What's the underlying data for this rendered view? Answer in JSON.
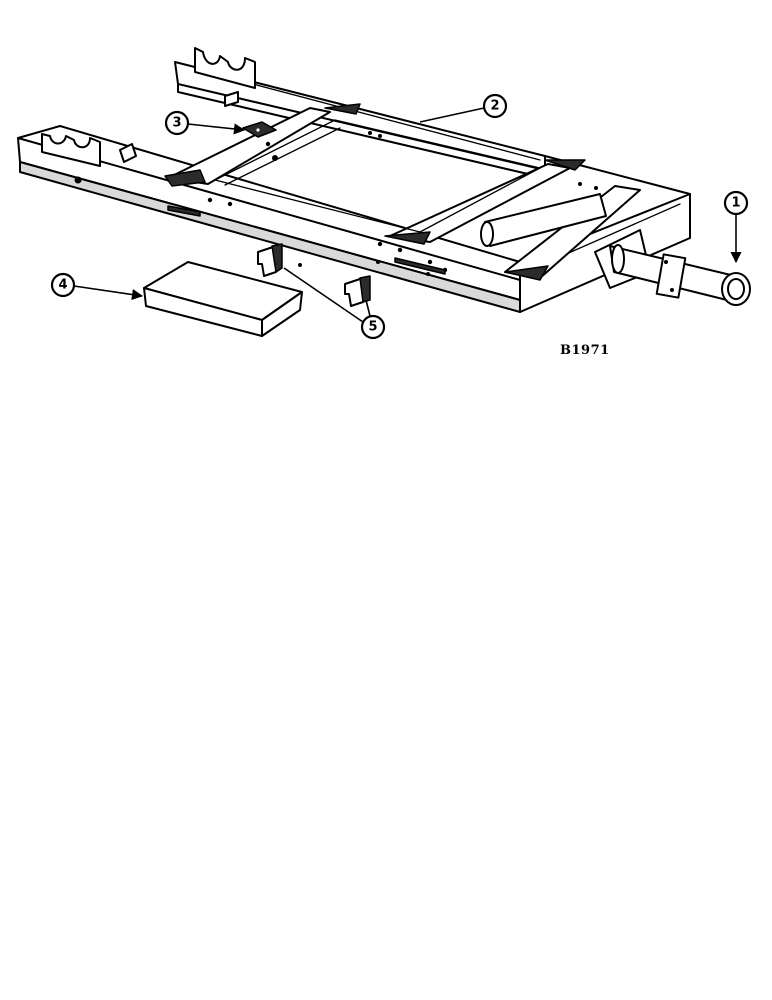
{
  "figure": {
    "id_label": "B1971"
  },
  "callouts": [
    {
      "number": "1",
      "part": "tow-tube"
    },
    {
      "number": "2",
      "part": "main-frame"
    },
    {
      "number": "3",
      "part": "bracket-plate"
    },
    {
      "number": "4",
      "part": "cover-panel"
    },
    {
      "number": "5",
      "part": "mounting-brackets"
    }
  ],
  "colors": {
    "ink": "#000000",
    "paper": "#ffffff",
    "shade": "#d9d9d9"
  }
}
